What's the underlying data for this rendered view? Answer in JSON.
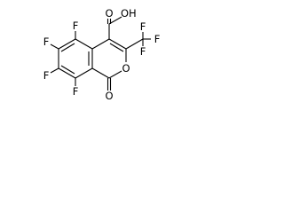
{
  "molecule": {
    "atoms": {
      "f_c5": "F",
      "f_c6": "F",
      "f_c7": "F",
      "f_c8": "F",
      "carboxyl_oh": "OH",
      "carboxyl_o": "O",
      "ring_o": "O",
      "carbonyl_o": "O",
      "cf3_f_top": "F",
      "cf3_f_right": "F",
      "cf3_f_bottom": "F"
    }
  }
}
